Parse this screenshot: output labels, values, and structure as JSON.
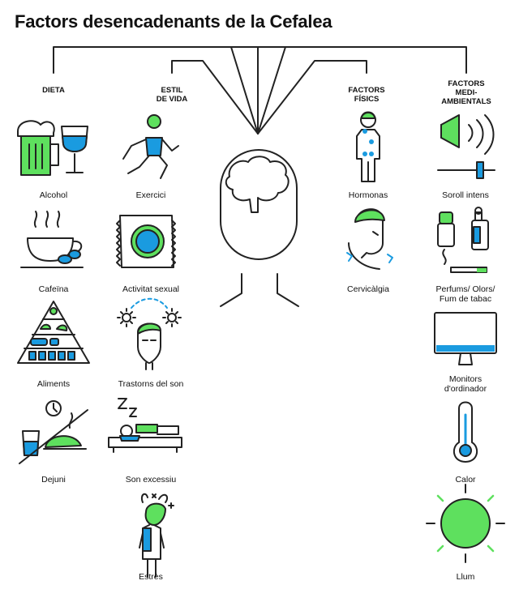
{
  "title": "Factors desencadenants de la Cefalea",
  "colors": {
    "accent_green": "#5ee05e",
    "accent_blue": "#1a9be0",
    "line": "#222222"
  },
  "categories": {
    "dieta": "DIETA",
    "estil_vida": "ESTIL\nDE VIDA",
    "factors_fisics": "FACTORS\nFÍSICS",
    "factors_mediambientals": "FACTORS\nMEDI-\nAMBIENTALS"
  },
  "labels": {
    "alcohol": "Alcohol",
    "cafeina": "Cafeïna",
    "aliments": "Aliments",
    "dejuni": "Dejuni",
    "exercici": "Exercici",
    "activitat_sexual": "Activitat sexual",
    "trastorns_son": "Trastorns del son",
    "son_excessiu": "Son excessiu",
    "estres": "Estrès",
    "hormonas": "Hormonas",
    "cervicalgia": "Cervicàlgia",
    "soroll": "Soroll intens",
    "perfums": "Perfums/ Olors/\nFum de tabac",
    "monitors": "Monitors\nd'ordinador",
    "calor": "Calor",
    "llum": "Llum"
  },
  "icons": {
    "alcohol": "beer-and-wine-icon",
    "cafeina": "coffee-cup-icon",
    "aliments": "food-pyramid-icon",
    "dejuni": "fasting-icon",
    "exercici": "runner-icon",
    "activitat_sexual": "condom-icon",
    "trastorns_son": "sleep-disorder-icon",
    "son_excessiu": "sleeping-person-icon",
    "estres": "stressed-person-icon",
    "hormonas": "body-hormones-icon",
    "cervicalgia": "neck-pain-icon",
    "soroll": "loud-speaker-icon",
    "perfums": "perfume-smoke-icon",
    "monitors": "computer-monitor-icon",
    "calor": "thermometer-icon",
    "llum": "sun-light-icon",
    "centre": "head-brain-icon"
  }
}
